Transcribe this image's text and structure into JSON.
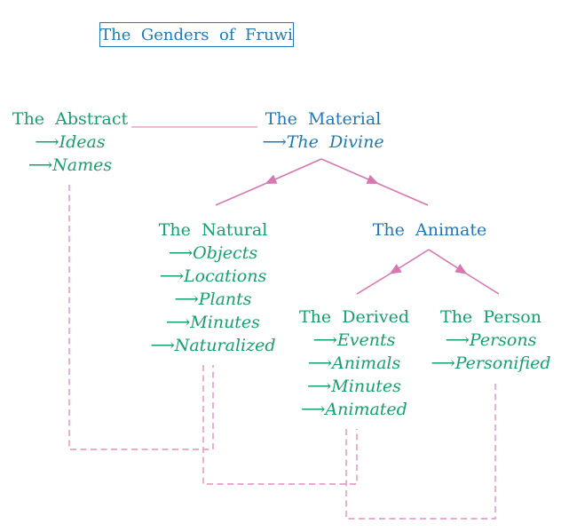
{
  "title": "The Genders of Fruwi",
  "glyphs": {
    "item_arrow": "⟶"
  },
  "colors": {
    "blue": "#2279b5",
    "green": "#17a06e",
    "pink": "#d678b0",
    "pink_light": "#eca3c9",
    "pink_dash": "#e68fbe"
  },
  "nodes": {
    "abstract": {
      "label": "The Abstract",
      "items": [
        "Ideas",
        "Names"
      ]
    },
    "material": {
      "label": "The Material",
      "items": [
        "The Divine"
      ]
    },
    "natural": {
      "label": "The Natural",
      "items": [
        "Objects",
        "Locations",
        "Plants",
        "Minutes",
        "Naturalized"
      ]
    },
    "animate": {
      "label": "The Animate",
      "items": []
    },
    "derived": {
      "label": "The Derived",
      "items": [
        "Events",
        "Animals",
        "Minutes",
        "Animated"
      ]
    },
    "person": {
      "label": "The Person",
      "items": [
        "Persons",
        "Personified"
      ]
    }
  }
}
